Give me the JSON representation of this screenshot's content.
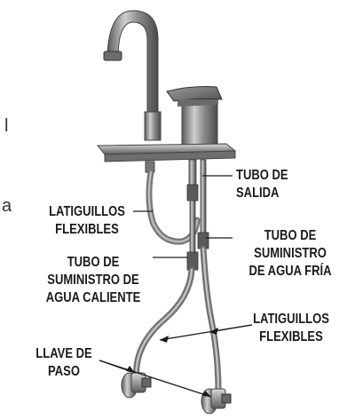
{
  "labels": {
    "tubo_salida": [
      "TUBO DE",
      "SALIDA"
    ],
    "latiguillos_left": [
      "LATIGUILLOS",
      "FLEXIBLES"
    ],
    "tubo_fria": [
      "TUBO DE",
      "SUMINISTRO",
      "DE AGUA FRÍA"
    ],
    "tubo_caliente": [
      "TUBO DE",
      "SUMINISTRO DE",
      "AGUA CALIENTE"
    ],
    "latiguillos_right": [
      "LATIGUILLOS",
      "FLEXIBLES"
    ],
    "llave_paso": [
      "LLAVE DE",
      "PASO"
    ]
  },
  "edge_fragments": {
    "top": "l",
    "bottom": "a"
  }
}
